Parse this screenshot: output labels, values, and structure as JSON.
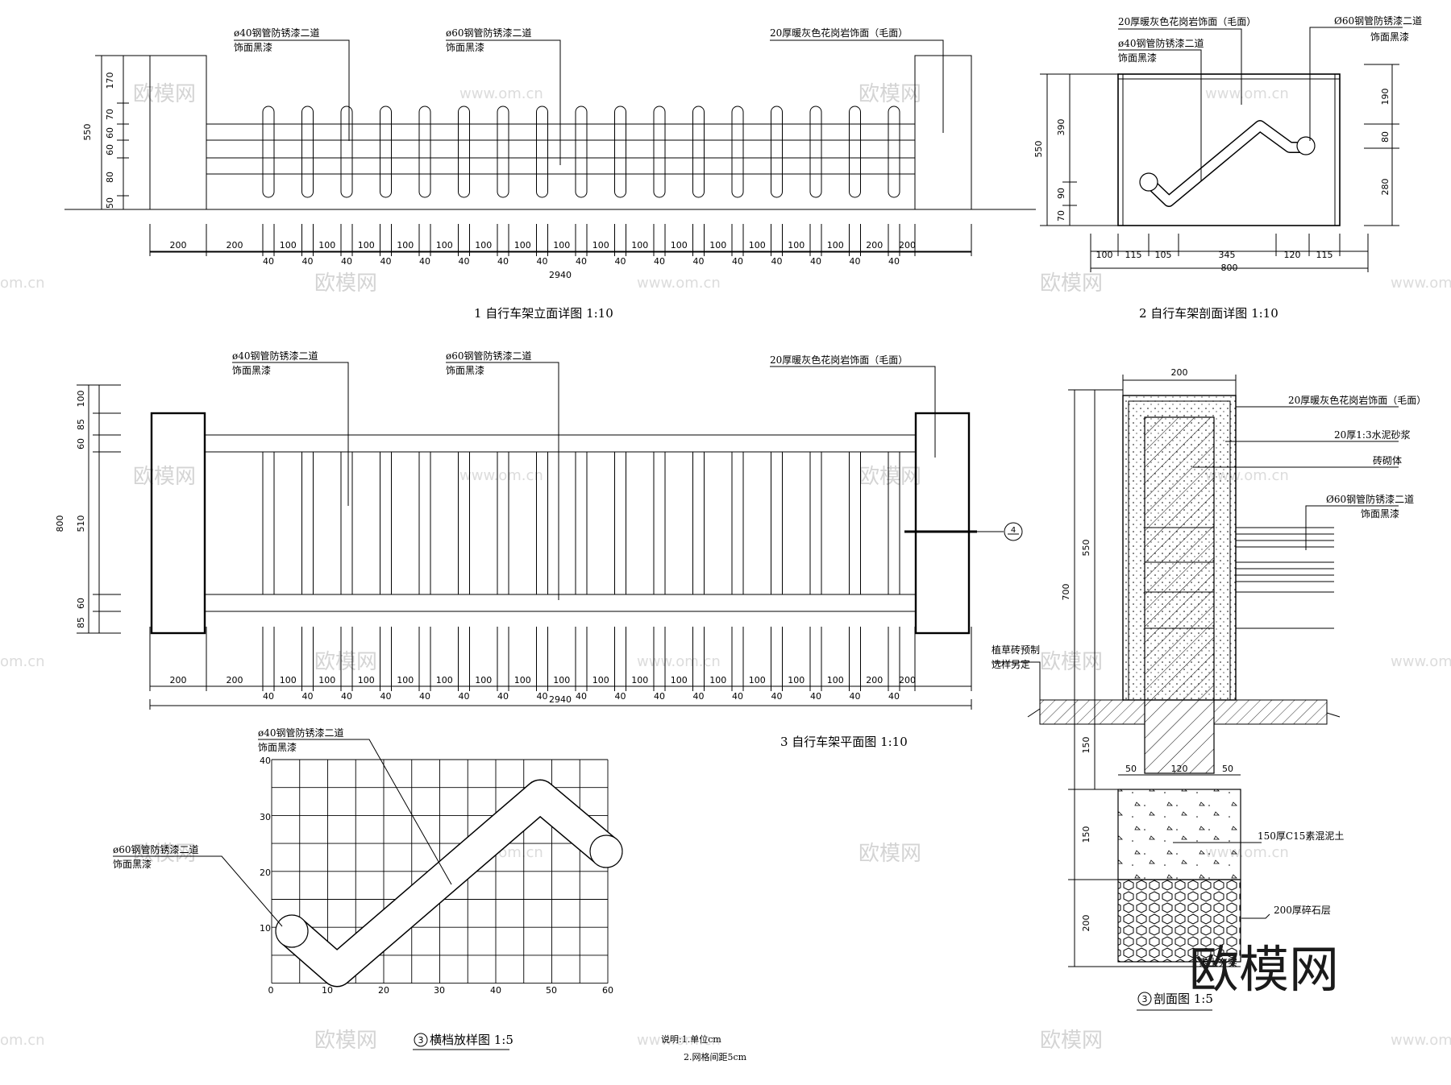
{
  "watermark": {
    "brand": "欧模网",
    "url": "www.om.cn",
    "url_partial": "om.cn",
    "big_logo": "欧模网"
  },
  "views": {
    "elevation": {
      "title": "1  自行车架立面详图  1:10",
      "callouts": {
        "pipe40_l1": "ø40钢管防锈漆二道",
        "pipe40_l2": "饰面黑漆",
        "pipe60_l1": "ø60钢管防锈漆二道",
        "pipe60_l2": "饰面黑漆",
        "granite": "20厚暖灰色花岗岩饰面（毛面）"
      },
      "left_dims": {
        "total": "550",
        "parts": [
          "170",
          "70",
          "60",
          "60",
          "80",
          "50"
        ]
      },
      "bottom_dims": {
        "top": [
          "200",
          "200",
          "100",
          "100",
          "100",
          "100",
          "100",
          "100",
          "100",
          "100",
          "100",
          "100",
          "100",
          "100",
          "100",
          "100",
          "100",
          "200",
          "200"
        ],
        "small": "40",
        "total": "2940"
      }
    },
    "section": {
      "title": "2  自行车架剖面详图  1:10",
      "callouts": {
        "granite": "20厚暖灰色花岗岩饰面（毛面）",
        "pipe40_l1": "ø40钢管防锈漆二道",
        "pipe40_l2": "饰面黑漆",
        "pipe60_l1": "Ø60钢管防锈漆二道",
        "pipe60_l2": "饰面黑漆"
      },
      "left_dims": {
        "total": "550",
        "a": "390",
        "b": "90",
        "c": "70"
      },
      "right_dims": {
        "a": "190",
        "b": "80",
        "c": "280"
      },
      "bottom_dims": {
        "parts": [
          "100",
          "115",
          "105",
          "345",
          "120",
          "115"
        ],
        "total": "800"
      }
    },
    "plan": {
      "title": "3  自行车架平面图  1:10",
      "callouts": {
        "pipe40_l1": "ø40钢管防锈漆二道",
        "pipe40_l2": "饰面黑漆",
        "pipe60_l1": "ø60钢管防锈漆二道",
        "pipe60_l2": "饰面黑漆",
        "granite": "20厚暖灰色花岗岩饰面（毛面）"
      },
      "section_mark": "4",
      "left_dims": {
        "total": "800",
        "parts": [
          "100",
          "85",
          "60",
          "510",
          "60",
          "85"
        ]
      },
      "bottom_dims": {
        "top": [
          "200",
          "200",
          "100",
          "100",
          "100",
          "100",
          "100",
          "100",
          "100",
          "100",
          "100",
          "100",
          "100",
          "100",
          "100",
          "100",
          "100",
          "200",
          "200"
        ],
        "small": "40",
        "total": "2940"
      }
    },
    "template": {
      "title_num": "3",
      "title": "横档放样图 1:5",
      "callouts": {
        "pipe40_l1": "ø40钢管防锈漆二道",
        "pipe40_l2": "饰面黑漆",
        "pipe60_l1": "ø60钢管防锈漆二道",
        "pipe60_l2": "饰面黑漆"
      },
      "x_ticks": [
        "0",
        "10",
        "20",
        "30",
        "40",
        "50",
        "60"
      ],
      "y_ticks": [
        "10",
        "20",
        "30",
        "40"
      ]
    },
    "section_detail": {
      "title_num": "3",
      "title": "剖面图 1:5",
      "labels": {
        "granite": "20厚暖灰色花岗岩饰面（毛面）",
        "mortar": "20厚1:3水泥砂浆",
        "brick": "砖砌体",
        "pipe60_l1": "Ø60钢管防锈漆二道",
        "pipe60_l2": "饰面黑漆",
        "grass1": "植草砖预制",
        "grass2": "选样另定",
        "concrete": "150厚C15素混泥土",
        "gravel": "200厚碎石层",
        "soil": "素土夯实"
      },
      "dims": {
        "top": "200",
        "a": "550",
        "b": "700",
        "c": "150",
        "d": "150",
        "e": "200",
        "w1": "50",
        "w2": "120",
        "w3": "50"
      }
    }
  },
  "notes": {
    "line1": "说明:1.单位cm",
    "line2": "2.网格间距5cm"
  }
}
